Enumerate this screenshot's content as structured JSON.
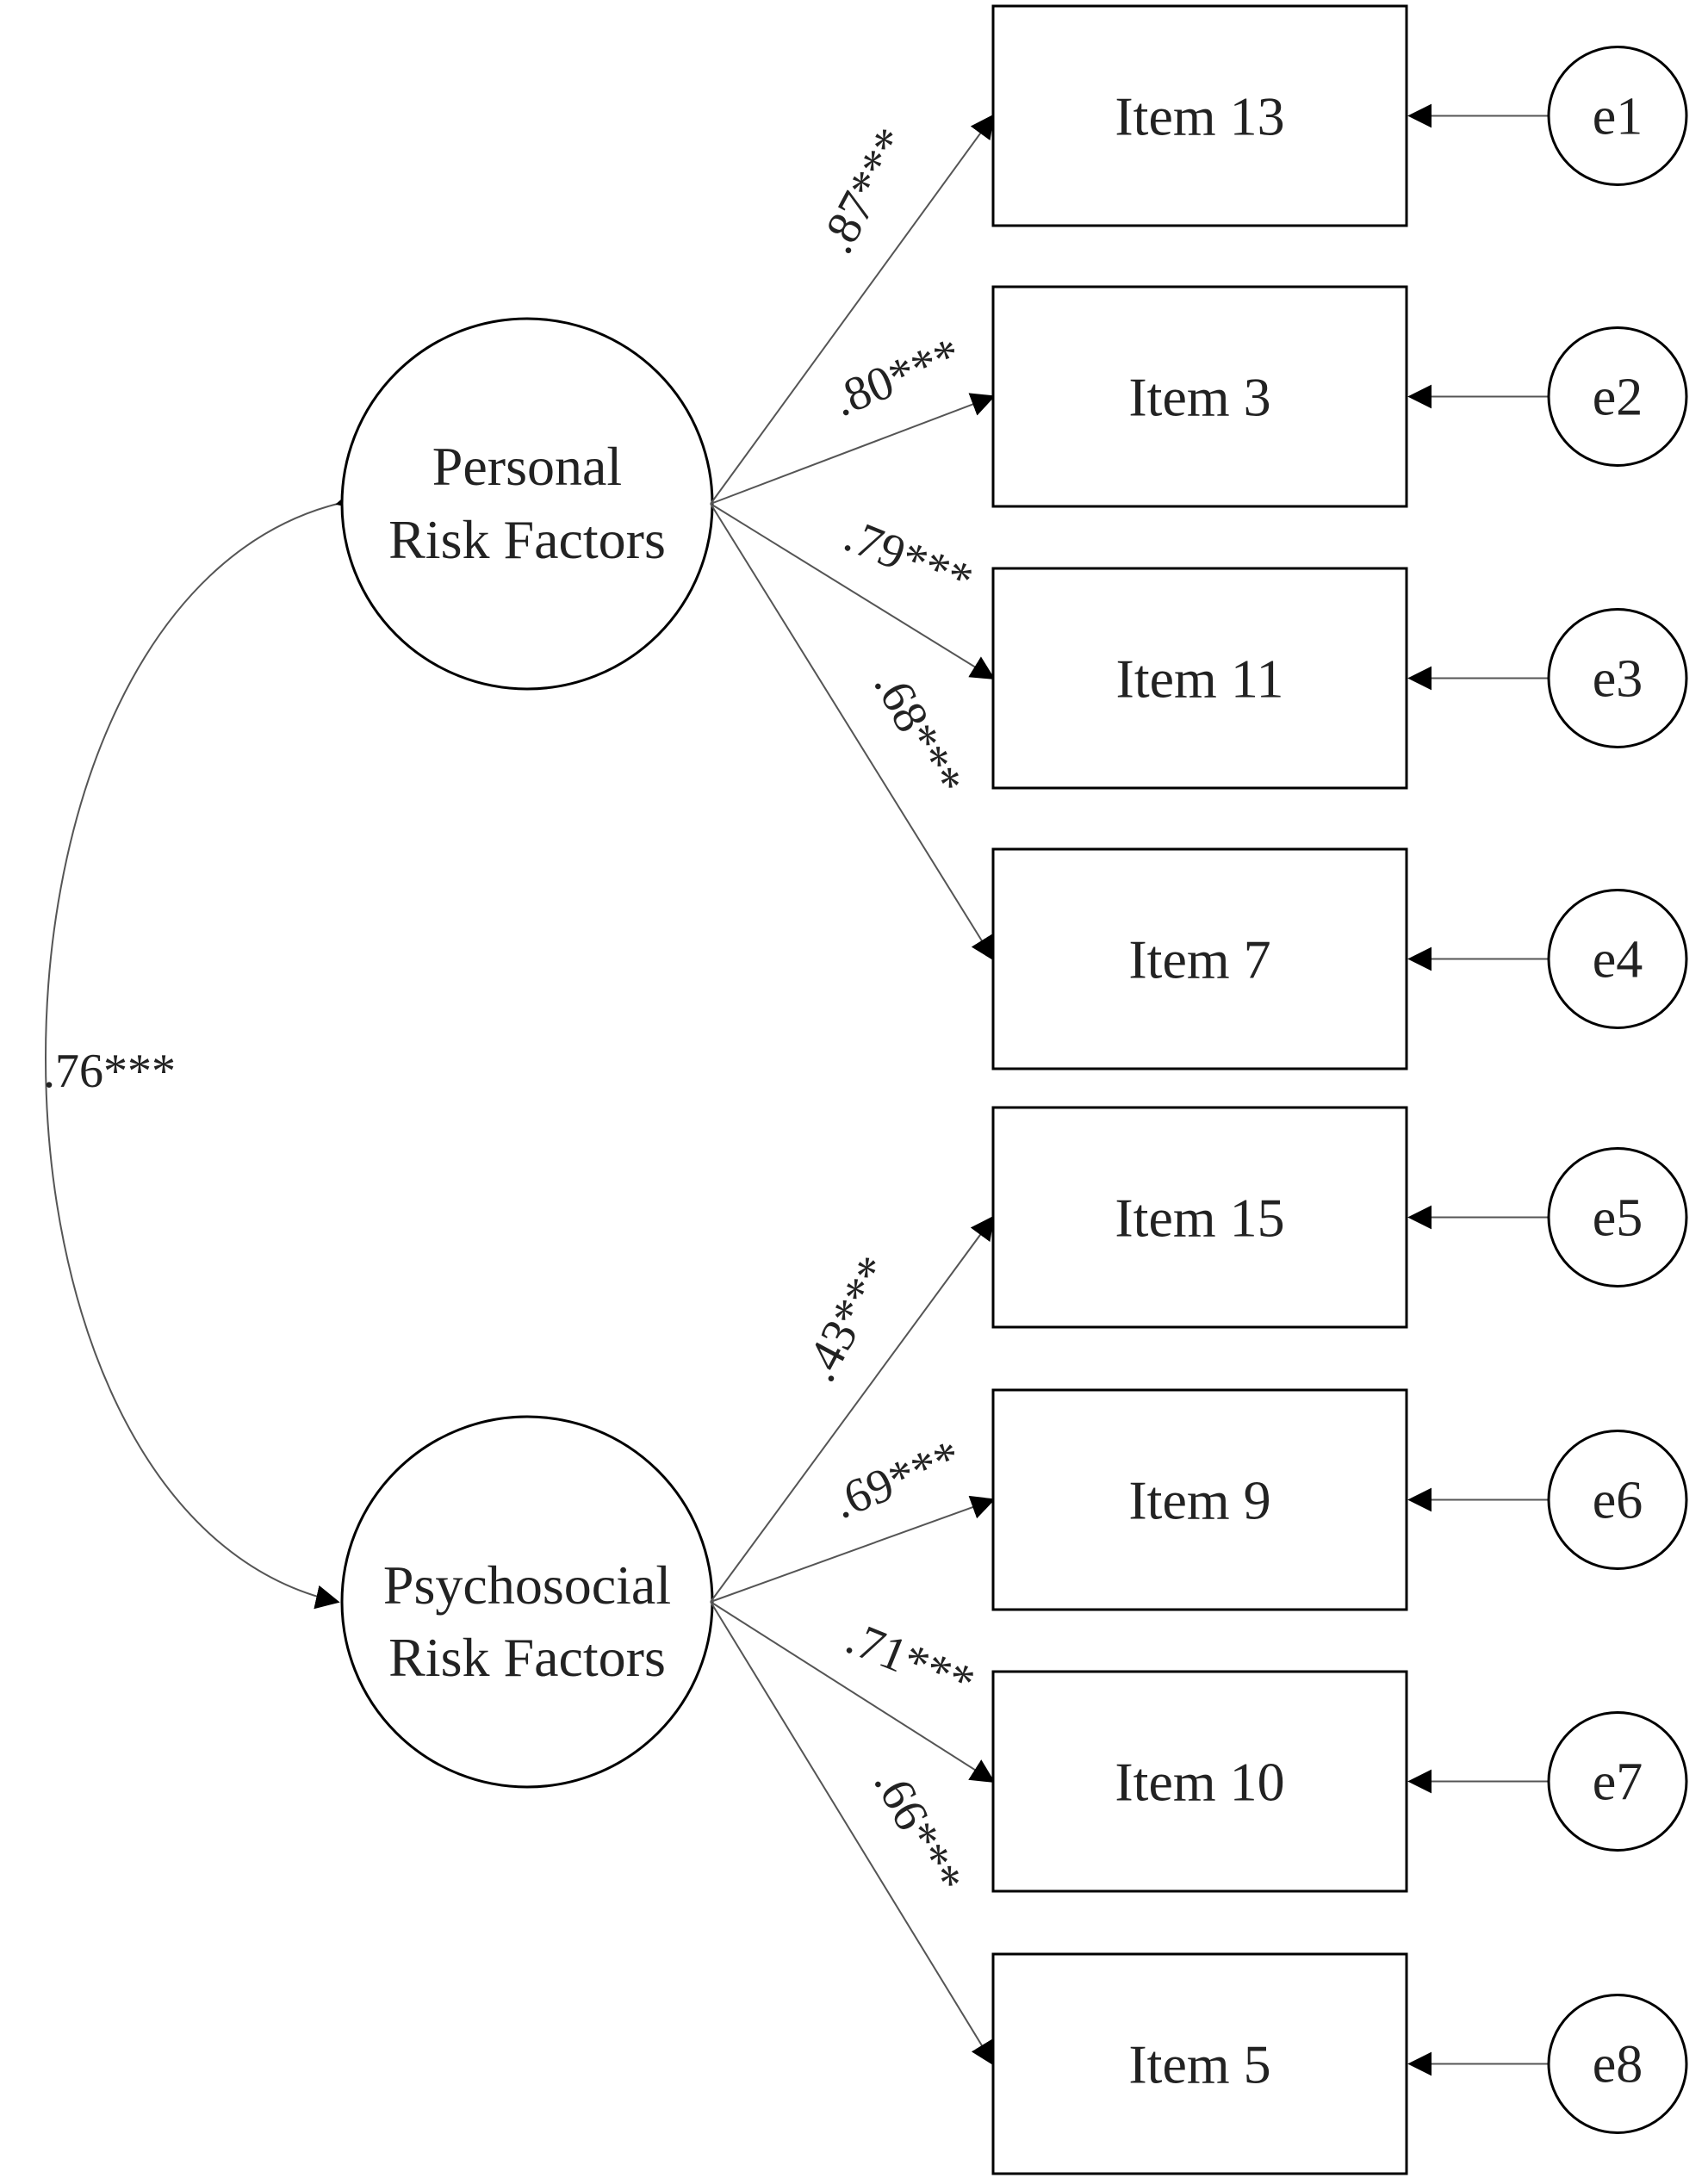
{
  "factors": [
    {
      "id": "f1",
      "line1": "Personal",
      "line2": "Risk Factors"
    },
    {
      "id": "f2",
      "line1": "Psychosocial",
      "line2": "Risk Factors"
    }
  ],
  "items": [
    {
      "label": "Item 13",
      "error": "e1",
      "loading": ".87***"
    },
    {
      "label": "Item 3",
      "error": "e2",
      "loading": ".80***"
    },
    {
      "label": "Item 11",
      "error": "e3",
      "loading": ".79***"
    },
    {
      "label": "Item 7",
      "error": "e4",
      "loading": ".68***"
    },
    {
      "label": "Item 15",
      "error": "e5",
      "loading": ".43***"
    },
    {
      "label": "Item 9",
      "error": "e6",
      "loading": ".69***"
    },
    {
      "label": "Item 10",
      "error": "e7",
      "loading": ".71***"
    },
    {
      "label": "Item 5",
      "error": "e8",
      "loading": ".66***"
    }
  ],
  "correlation": ".76***",
  "colors": {
    "line": "#555555",
    "stroke": "#000000",
    "text": "#222222"
  }
}
